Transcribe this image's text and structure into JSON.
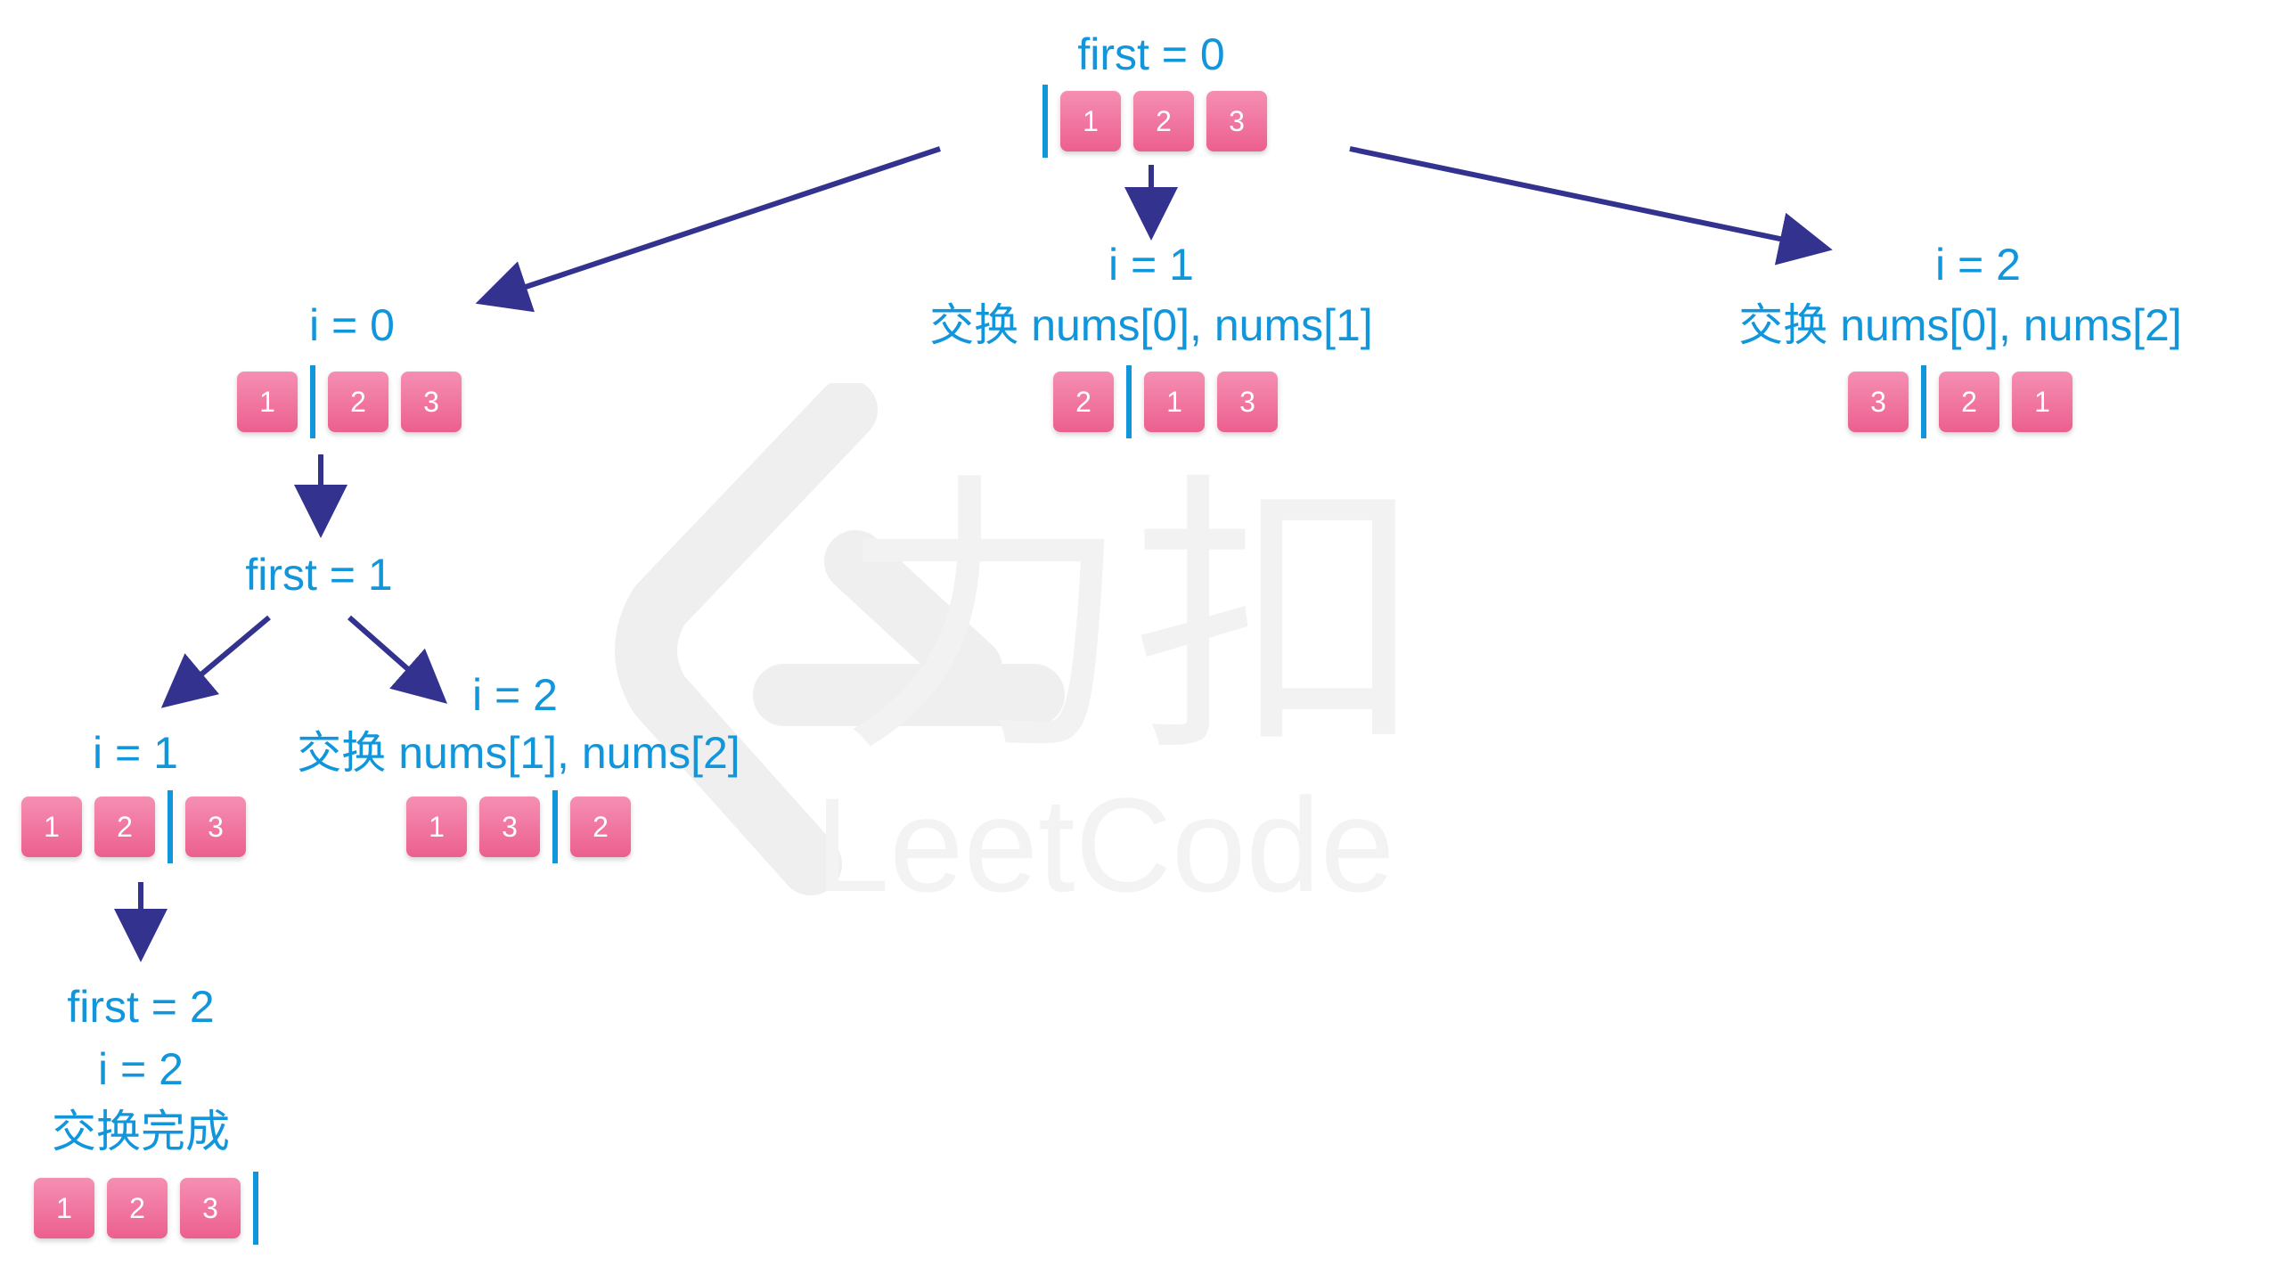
{
  "colors": {
    "label": "#1296db",
    "arrow": "#33338f",
    "box": "#f0709c"
  },
  "watermark": {
    "brand": "力扣",
    "logo": "LeetCode"
  },
  "nodes": [
    {
      "id": "root",
      "lines": [
        "first = 0"
      ],
      "row": [
        "|",
        "1",
        "2",
        "3"
      ]
    },
    {
      "id": "n-i0",
      "lines": [
        "i = 0"
      ],
      "row": [
        "1",
        "|",
        "2",
        "3"
      ]
    },
    {
      "id": "n-i1",
      "lines": [
        "i = 1",
        "交换 nums[0], nums[1]"
      ],
      "row": [
        "2",
        "|",
        "1",
        "3"
      ]
    },
    {
      "id": "n-i2",
      "lines": [
        "i = 2",
        "交换 nums[0], nums[2]"
      ],
      "row": [
        "3",
        "|",
        "2",
        "1"
      ]
    },
    {
      "id": "n-first1",
      "lines": [
        "first = 1"
      ],
      "row": []
    },
    {
      "id": "n-l-i1",
      "lines": [
        "i = 1"
      ],
      "row": [
        "1",
        "2",
        "|",
        "3"
      ]
    },
    {
      "id": "n-l-i2",
      "lines": [
        "i = 2",
        "交换 nums[1], nums[2]"
      ],
      "row": [
        "1",
        "3",
        "|",
        "2"
      ]
    },
    {
      "id": "n-final",
      "lines": [
        "first = 2",
        "i = 2",
        "交换完成"
      ],
      "row": [
        "1",
        "2",
        "3",
        "|"
      ]
    }
  ]
}
